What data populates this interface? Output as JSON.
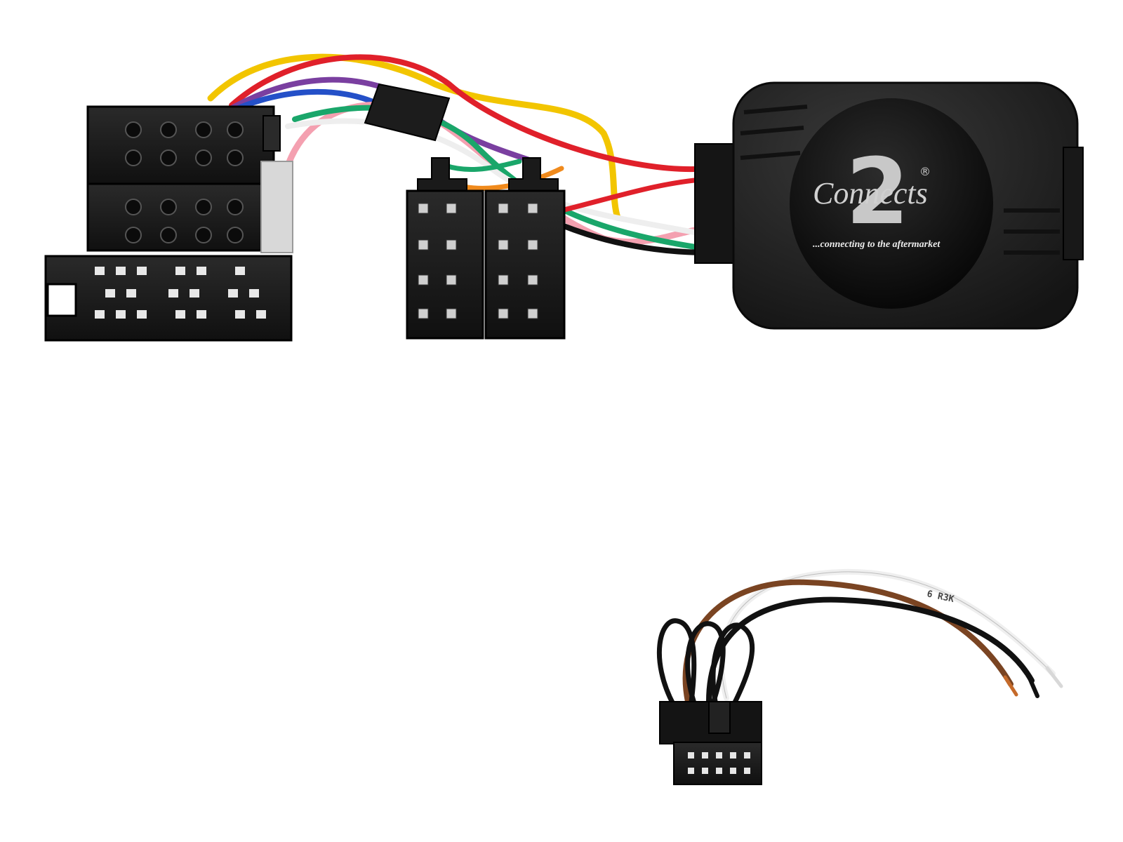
{
  "module": {
    "logo_numeral": "2",
    "logo_word": "Connects",
    "registered_mark": "®",
    "tagline": "...connecting to the aftermarket"
  },
  "patch_lead": {
    "wire_print": "6 R3K"
  },
  "colors": {
    "background": "#ffffff",
    "module_body": "#202020",
    "connector_plastic": "#1b1b1b",
    "wire_yellow": "#f2c500",
    "wire_red": "#e0202a",
    "wire_pink": "#f4a0b0",
    "wire_green": "#1aa66a",
    "wire_white": "#f2f2f2",
    "wire_purple": "#7a3fa0",
    "wire_blue": "#2450c8",
    "wire_orange": "#f08a1c",
    "wire_brown": "#7a4422",
    "wire_black": "#111111"
  }
}
